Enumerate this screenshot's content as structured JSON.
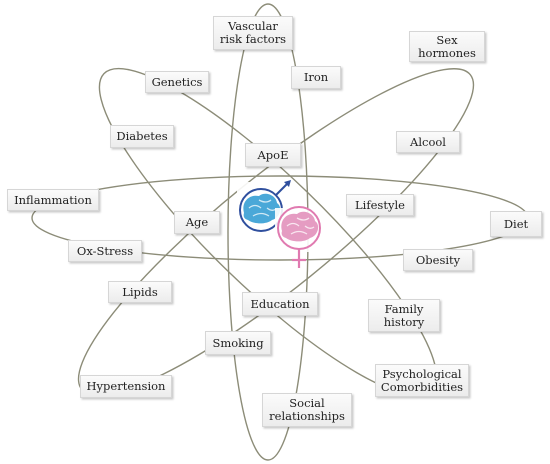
{
  "factors": [
    {
      "id": "vascular-risk-factors",
      "label": "Vascular\nrisk factors"
    },
    {
      "id": "sex-hormones",
      "label": "Sex\nhormones"
    },
    {
      "id": "genetics",
      "label": "Genetics"
    },
    {
      "id": "iron",
      "label": "Iron"
    },
    {
      "id": "diabetes",
      "label": "Diabetes"
    },
    {
      "id": "apoe",
      "label": "ApoE"
    },
    {
      "id": "alcool",
      "label": "Alcool"
    },
    {
      "id": "inflammation",
      "label": "Inflammation"
    },
    {
      "id": "lifestyle",
      "label": "Lifestyle"
    },
    {
      "id": "age",
      "label": "Age"
    },
    {
      "id": "diet",
      "label": "Diet"
    },
    {
      "id": "ox-stress",
      "label": "Ox-Stress"
    },
    {
      "id": "obesity",
      "label": "Obesity"
    },
    {
      "id": "lipids",
      "label": "Lipids"
    },
    {
      "id": "education",
      "label": "Education"
    },
    {
      "id": "family-history",
      "label": "Family\nhistory"
    },
    {
      "id": "smoking",
      "label": "Smoking"
    },
    {
      "id": "psychological-comorbidities",
      "label": "Psychological\nComorbidities"
    },
    {
      "id": "hypertension",
      "label": "Hypertension"
    },
    {
      "id": "social-relationships",
      "label": "Social\nrelationships"
    }
  ],
  "colors": {
    "orbit": "#8c8c78",
    "male_brain": "#4aa8d8",
    "female_brain": "#e59cc2",
    "male_symbol": "#2f4f9e",
    "female_symbol": "#e07ab0"
  },
  "icons": [
    "male-brain-icon",
    "female-brain-icon"
  ]
}
